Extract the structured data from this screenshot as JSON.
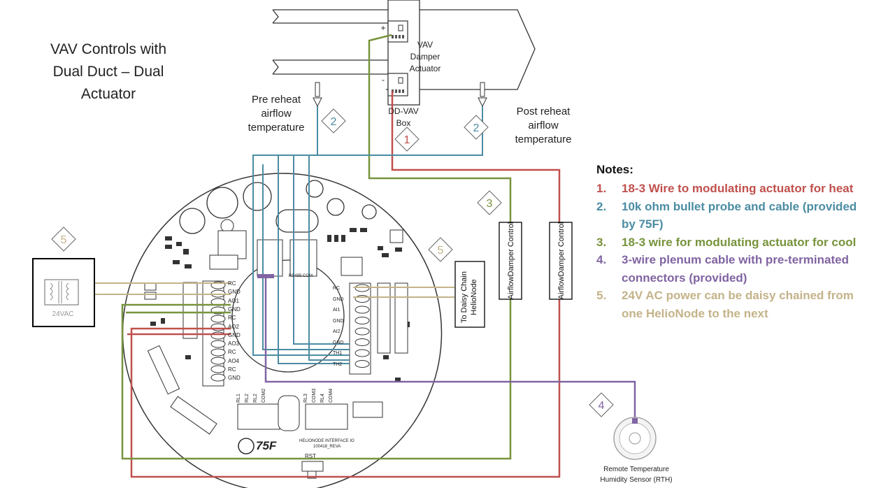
{
  "title": "VAV Controls with Dual Duct – Dual Actuator",
  "labels": {
    "vav_damper_actuator": "VAV Damper Actuator",
    "dd_vav_box": "DD-VAV Box",
    "pre_reheat": "Pre reheat airflow temperature",
    "post_reheat": "Post reheat airflow temperature",
    "airflow_damper_control_1": "AirflowDamper Control",
    "airflow_damper_control_2": "AirflowDamper Control",
    "daisy_chain": "To Daisy Chain HelioNode",
    "transformer": "24VAC",
    "rth": "Remote Temperature Humidity Sensor (RTH)",
    "board_brand": "75F",
    "board_name": "HELIONODE INTERFACE IO",
    "board_rev": "100418_REVA",
    "rst": "RST",
    "rs485": "RS485 COM",
    "plus": "+",
    "minus": "-"
  },
  "terminals_left": [
    "RC",
    "GND",
    "AO1",
    "GND",
    "RC",
    "AO2",
    "GND",
    "AO3",
    "RC",
    "AO4",
    "RC",
    "GND"
  ],
  "terminals_right": [
    "RC",
    "GND",
    "AI1",
    "GND",
    "AI2",
    "GND",
    "TH1",
    "TH2"
  ],
  "relays": [
    "RL1",
    "RL2",
    "RL2",
    "COM2",
    "RL3",
    "COM3",
    "RL4",
    "COM4"
  ],
  "diamonds": {
    "d1": "1",
    "d2a": "2",
    "d2b": "2",
    "d3": "3",
    "d4": "4",
    "d5a": "5",
    "d5b": "5"
  },
  "notes": {
    "title": "Notes:",
    "items": [
      {
        "num": "1.",
        "text": "18-3 Wire to modulating actuator for heat",
        "color": "#c0504d"
      },
      {
        "num": "2.",
        "text": "10k ohm bullet probe and cable (provided by 75F)",
        "color": "#4b8ca3"
      },
      {
        "num": "3.",
        "text": "18-3 wire for modulating actuator for cool",
        "color": "#77933c"
      },
      {
        "num": "4.",
        "text": "3-wire plenum cable with pre-terminated connectors (provided)",
        "color": "#8064a2"
      },
      {
        "num": "5.",
        "text": "24V AC power can be daisy chained from one HelioNode to the next",
        "color": "#c4b389"
      }
    ]
  },
  "colors": {
    "heat": "#c0504d",
    "probe": "#4b8ca3",
    "cool": "#77933c",
    "plenum": "#8064a2",
    "power": "#c4b389"
  }
}
